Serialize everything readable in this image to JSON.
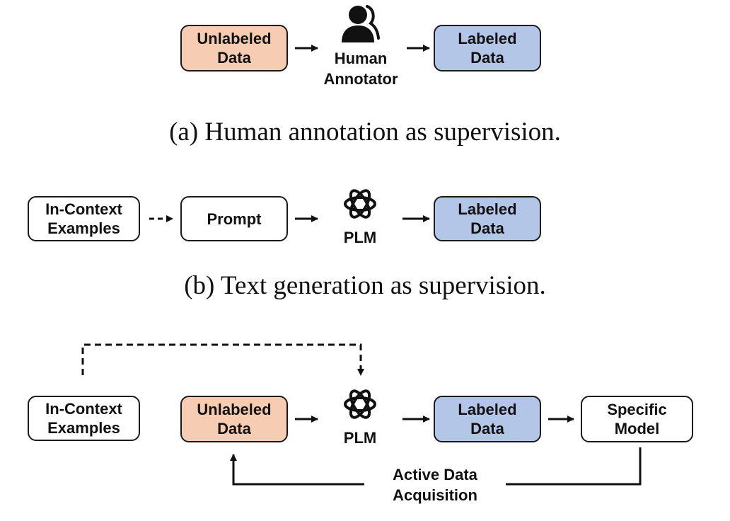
{
  "colors": {
    "unlabeled": "#f6cdb3",
    "labeled": "#b4c6e7",
    "plain": "#ffffff",
    "stroke": "#1a1a1a"
  },
  "panel_a": {
    "unlabeled": "Unlabeled\nData",
    "annotator_icon": "person-icon",
    "annotator": "Human\nAnnotator",
    "labeled": "Labeled\nData",
    "caption": "(a) Human annotation as supervision."
  },
  "panel_b": {
    "examples": "In-Context\nExamples",
    "prompt": "Prompt",
    "plm_icon": "openai-logo-icon",
    "plm": "PLM",
    "labeled": "Labeled\nData",
    "caption": "(b) Text generation as supervision."
  },
  "panel_c": {
    "examples": "In-Context\nExamples",
    "unlabeled": "Unlabeled\nData",
    "plm_icon": "openai-logo-icon",
    "plm": "PLM",
    "labeled": "Labeled\nData",
    "model": "Specific\nModel",
    "loop": "Active Data\nAcquisition"
  }
}
